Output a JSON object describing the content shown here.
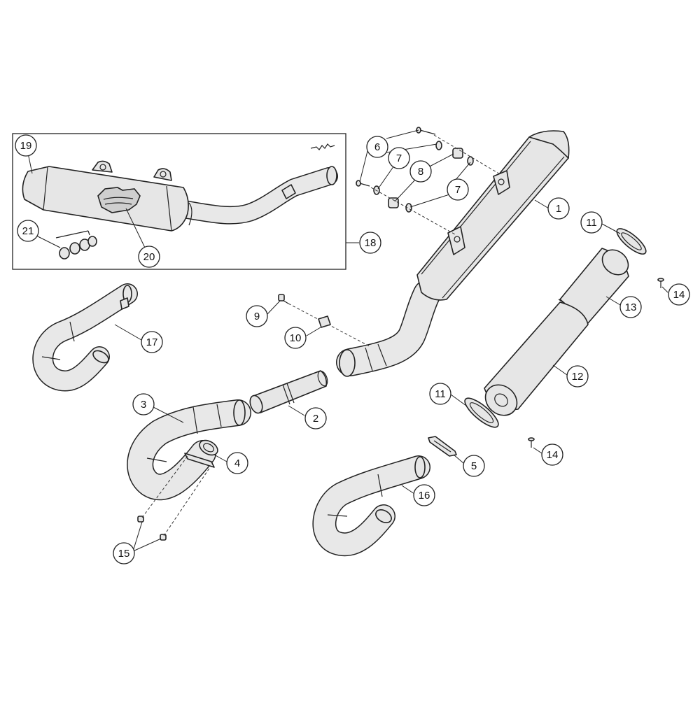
{
  "callouts": [
    {
      "id": "c1",
      "label": "1"
    },
    {
      "id": "c2",
      "label": "2"
    },
    {
      "id": "c3",
      "label": "3"
    },
    {
      "id": "c4",
      "label": "4"
    },
    {
      "id": "c5",
      "label": "5"
    },
    {
      "id": "c6",
      "label": "6"
    },
    {
      "id": "c7a",
      "label": "7"
    },
    {
      "id": "c7b",
      "label": "7"
    },
    {
      "id": "c8",
      "label": "8"
    },
    {
      "id": "c9",
      "label": "9"
    },
    {
      "id": "c10",
      "label": "10"
    },
    {
      "id": "c11a",
      "label": "11"
    },
    {
      "id": "c11b",
      "label": "11"
    },
    {
      "id": "c12",
      "label": "12"
    },
    {
      "id": "c13",
      "label": "13"
    },
    {
      "id": "c14a",
      "label": "14"
    },
    {
      "id": "c14b",
      "label": "14"
    },
    {
      "id": "c15",
      "label": "15"
    },
    {
      "id": "c16",
      "label": "16"
    },
    {
      "id": "c17",
      "label": "17"
    },
    {
      "id": "c18",
      "label": "18"
    },
    {
      "id": "c19",
      "label": "19"
    },
    {
      "id": "c20",
      "label": "20"
    },
    {
      "id": "c21",
      "label": "21"
    }
  ]
}
